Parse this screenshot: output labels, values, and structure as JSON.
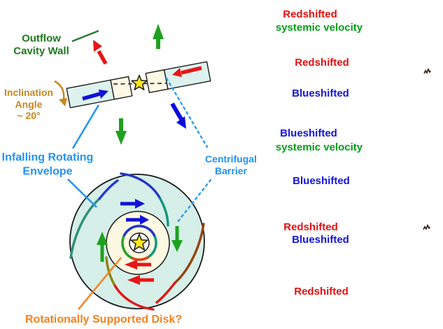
{
  "figure": {
    "description": "Schematic of an infalling rotating envelope around a protostar, edge-on view (top) and face-on view (bottom), with Doppler-shift annotations"
  },
  "colors": {
    "background": "#ffffff",
    "redshifted": "#e80f0f",
    "blueshifted": "#1414dd",
    "systemic_green": "#00a015",
    "outflow_green": "#1ea11e",
    "dark_green_label": "#1b7a1b",
    "azure_label": "#2093f5",
    "orange_label": "#f5821f",
    "goldenrod_label": "#c8861e",
    "bar_fill": "#ddf2ee",
    "envelope_fill": "#d6efe8",
    "disk_fill": "#fdf8e2",
    "star_yellow": "#ffe815",
    "arrow_blue": "#1212d8",
    "arrow_red": "#e81515",
    "dashed_axis_gray": "#3a3a3a",
    "dashed_azure": "#2b9bf0"
  },
  "edge_on_view": {
    "labels": {
      "outflow_cavity_wall": "Outflow\nCavity Wall",
      "inclination_angle": "Inclination\nAngle\n~ 20°",
      "infalling_rotating_envelope": "Infalling Rotating\nEnvelope",
      "centrifugal_barrier": "Centrifugal\nBarrier"
    }
  },
  "face_on_view": {
    "labels": {
      "rotationally_supported_disk": "Rotationally Supported Disk?"
    }
  },
  "velocity_labels": [
    {
      "text": "Redshifted",
      "color": "#e80f0f"
    },
    {
      "text": "systemic velocity",
      "color": "#00a015"
    },
    {
      "text": "Redshifted",
      "color": "#e80f0f"
    },
    {
      "text": "Blueshifted",
      "color": "#1414dd"
    },
    {
      "text": "Blueshifted",
      "color": "#1414dd"
    },
    {
      "text": "systemic velocity",
      "color": "#00a015"
    },
    {
      "text": "Blueshifted",
      "color": "#1414dd"
    },
    {
      "text": "Redshifted",
      "color": "#e80f0f"
    },
    {
      "text": "Blueshifted",
      "color": "#1414dd"
    },
    {
      "text": "Redshifted",
      "color": "#e80f0f"
    }
  ],
  "icons": {
    "star": "central protostar star glyph",
    "observer_mark": "small dark observer squiggle mark",
    "outflow_arrows": "red / green / blue outflow direction arrows",
    "rotation_arrows": "blue and red rotation arrows",
    "rotation_ring": "doppler-colored rotation ring at centrifugal barrier"
  }
}
